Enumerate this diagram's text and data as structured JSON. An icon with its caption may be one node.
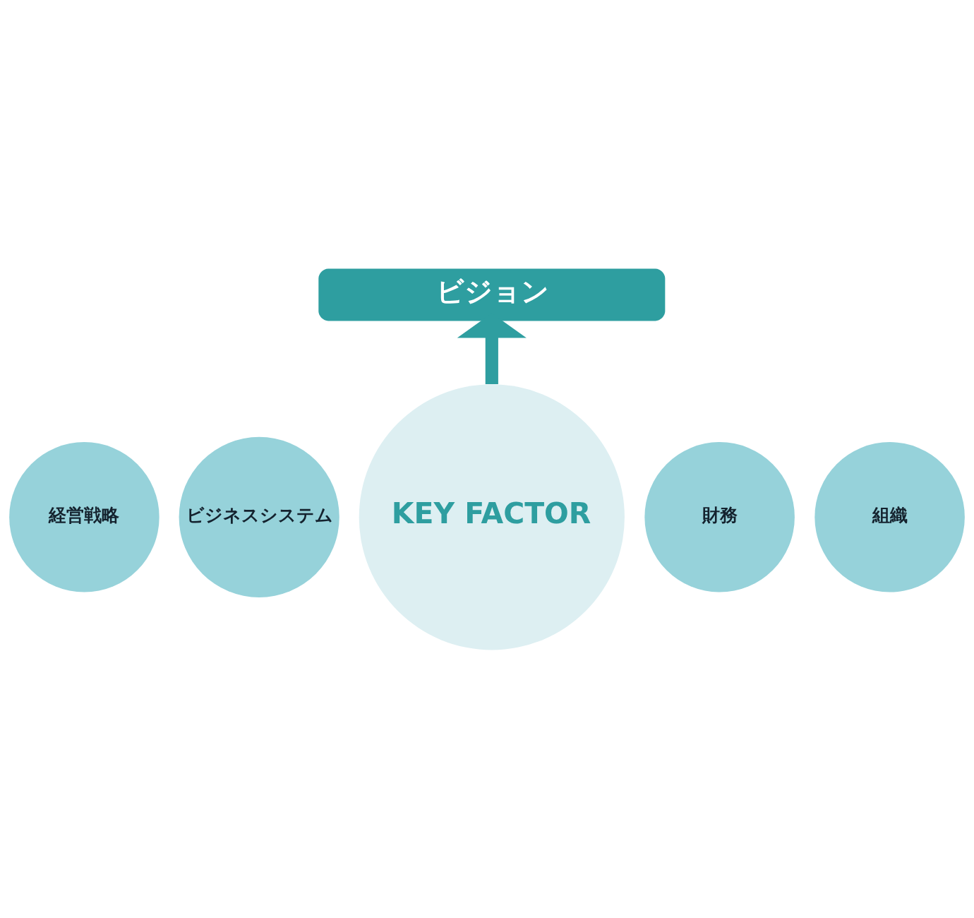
{
  "diagram": {
    "nodes": [
      {
        "text": [
          "ビジョン"
        ]
      },
      {
        "text": [
          "経営戦略"
        ]
      },
      {
        "text": [
          "財務"
        ]
      },
      {
        "text": [
          "KEY FACTOR"
        ]
      },
      {
        "text": [
          "ビジネスシステム"
        ]
      },
      {
        "text": [
          "組織"
        ]
      }
    ],
    "edges": [
      {
        "from": 3,
        "to": 0,
        "arrow": "to"
      }
    ]
  }
}
